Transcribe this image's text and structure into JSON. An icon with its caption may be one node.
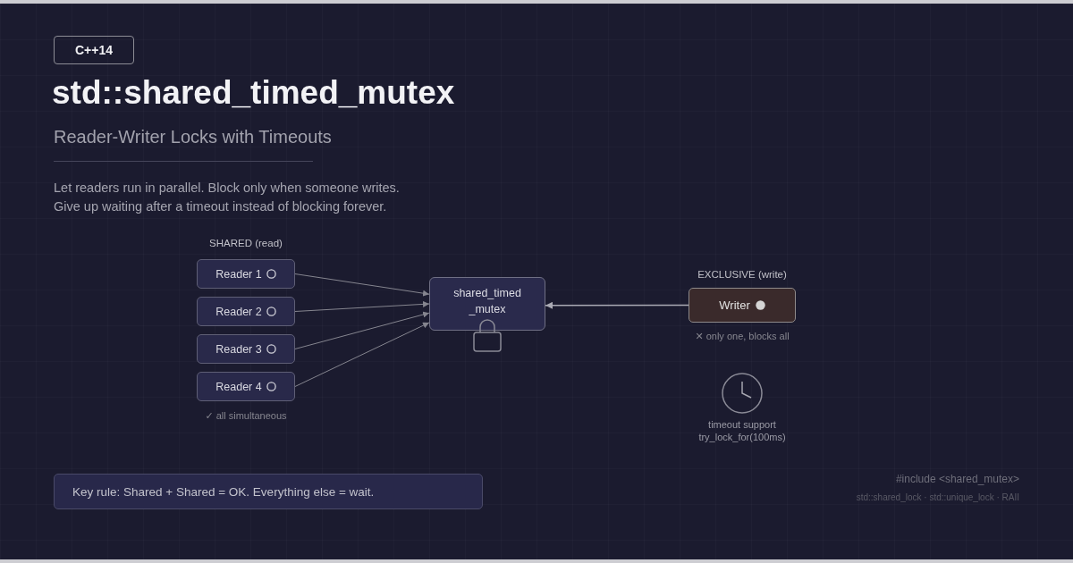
{
  "diagram": {
    "title": "std::shared_timed_mutex",
    "nodes": [
      {
        "text": [
          "C++14"
        ]
      },
      {
        "text": [
          "Reader 1"
        ]
      },
      {
        "text": [
          "Reader 2"
        ]
      },
      {
        "text": [
          "Reader 3"
        ]
      },
      {
        "text": [
          "Reader 4"
        ]
      },
      {
        "text": [
          "shared_timed _mutex"
        ]
      },
      {
        "text": [
          "Writer"
        ],
        "beside": [
          "EXCLUSIVE (write)",
          "✕ only one, blocks all"
        ]
      },
      {
        "text": [
          "Key rule: Shared + Shared = OK. Everything else = wait."
        ]
      }
    ],
    "edges": [
      {
        "from": 1,
        "to": 5,
        "arrow": "to"
      },
      {
        "from": 2,
        "to": 5,
        "arrow": "to"
      },
      {
        "from": 3,
        "to": 5,
        "arrow": "to"
      },
      {
        "from": 4,
        "to": 5,
        "arrow": "to"
      },
      {
        "from": 6,
        "to": 5,
        "arrow": "to",
        "color": "#aaaab4"
      }
    ],
    "labels": [
      "Reader-Writer Locks with Timeouts",
      "Let readers run in parallel. Block only when someone writes.",
      "Give up waiting after a timeout instead of blocking forever.",
      "SHARED (read)",
      "✓ all simultaneous",
      "timeout support",
      "try_lock_for(100ms)",
      "#include <shared_mutex>",
      "std::shared_lock · std::unique_lock · RAII"
    ]
  }
}
